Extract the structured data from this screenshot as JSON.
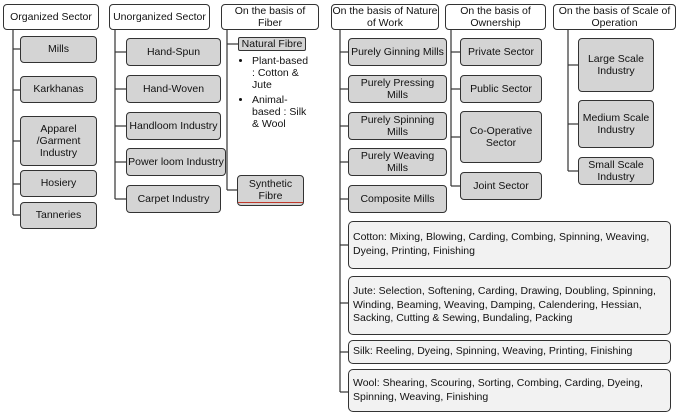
{
  "columns": [
    {
      "header": "Organized Sector",
      "items": [
        "Mills",
        "Karkhanas",
        "Apparel /Garment Industry",
        "Hosiery",
        "Tanneries"
      ]
    },
    {
      "header": "Unorganized Sector",
      "items": [
        "Hand-Spun",
        "Hand-Woven",
        "Handloom  Industry",
        "Power loom Industry",
        "Carpet Industry"
      ]
    },
    {
      "header": "On the basis of Fiber",
      "natural": "Natural Fibre",
      "natural_types": [
        "Plant-based : Cotton & Jute",
        "Animal-based : Silk & Wool"
      ],
      "synthetic": "Synthetic Fibre"
    },
    {
      "header": "On the basis of Nature of Work",
      "items": [
        "Purely Ginning Mills",
        "Purely Pressing Mills",
        "Purely Spinning Mills",
        "Purely Weaving Mills",
        "Composite Mills"
      ]
    },
    {
      "header": "On the basis of Ownership",
      "items": [
        "Private Sector",
        "Public Sector",
        "Co-Operative Sector",
        "Joint Sector"
      ]
    },
    {
      "header": "On the basis of Scale of Operation",
      "items": [
        "Large Scale Industry",
        "Medium Scale Industry",
        "Small Scale Industry"
      ]
    }
  ],
  "processes": [
    "Cotton: Mixing, Blowing, Carding, Combing, Spinning, Weaving, Dyeing, Printing, Finishing",
    "Jute: Selection, Softening, Carding, Drawing, Doubling, Spinning, Winding, Beaming, Weaving, Damping, Calendering, Hessian, Sacking, Cutting & Sewing, Bundaling, Packing",
    "Silk: Reeling, Dyeing, Spinning, Weaving, Printing, Finishing",
    "Wool: Shearing, Scouring, Sorting, Combing, Carding, Dyeing, Spinning, Weaving, Finishing"
  ]
}
